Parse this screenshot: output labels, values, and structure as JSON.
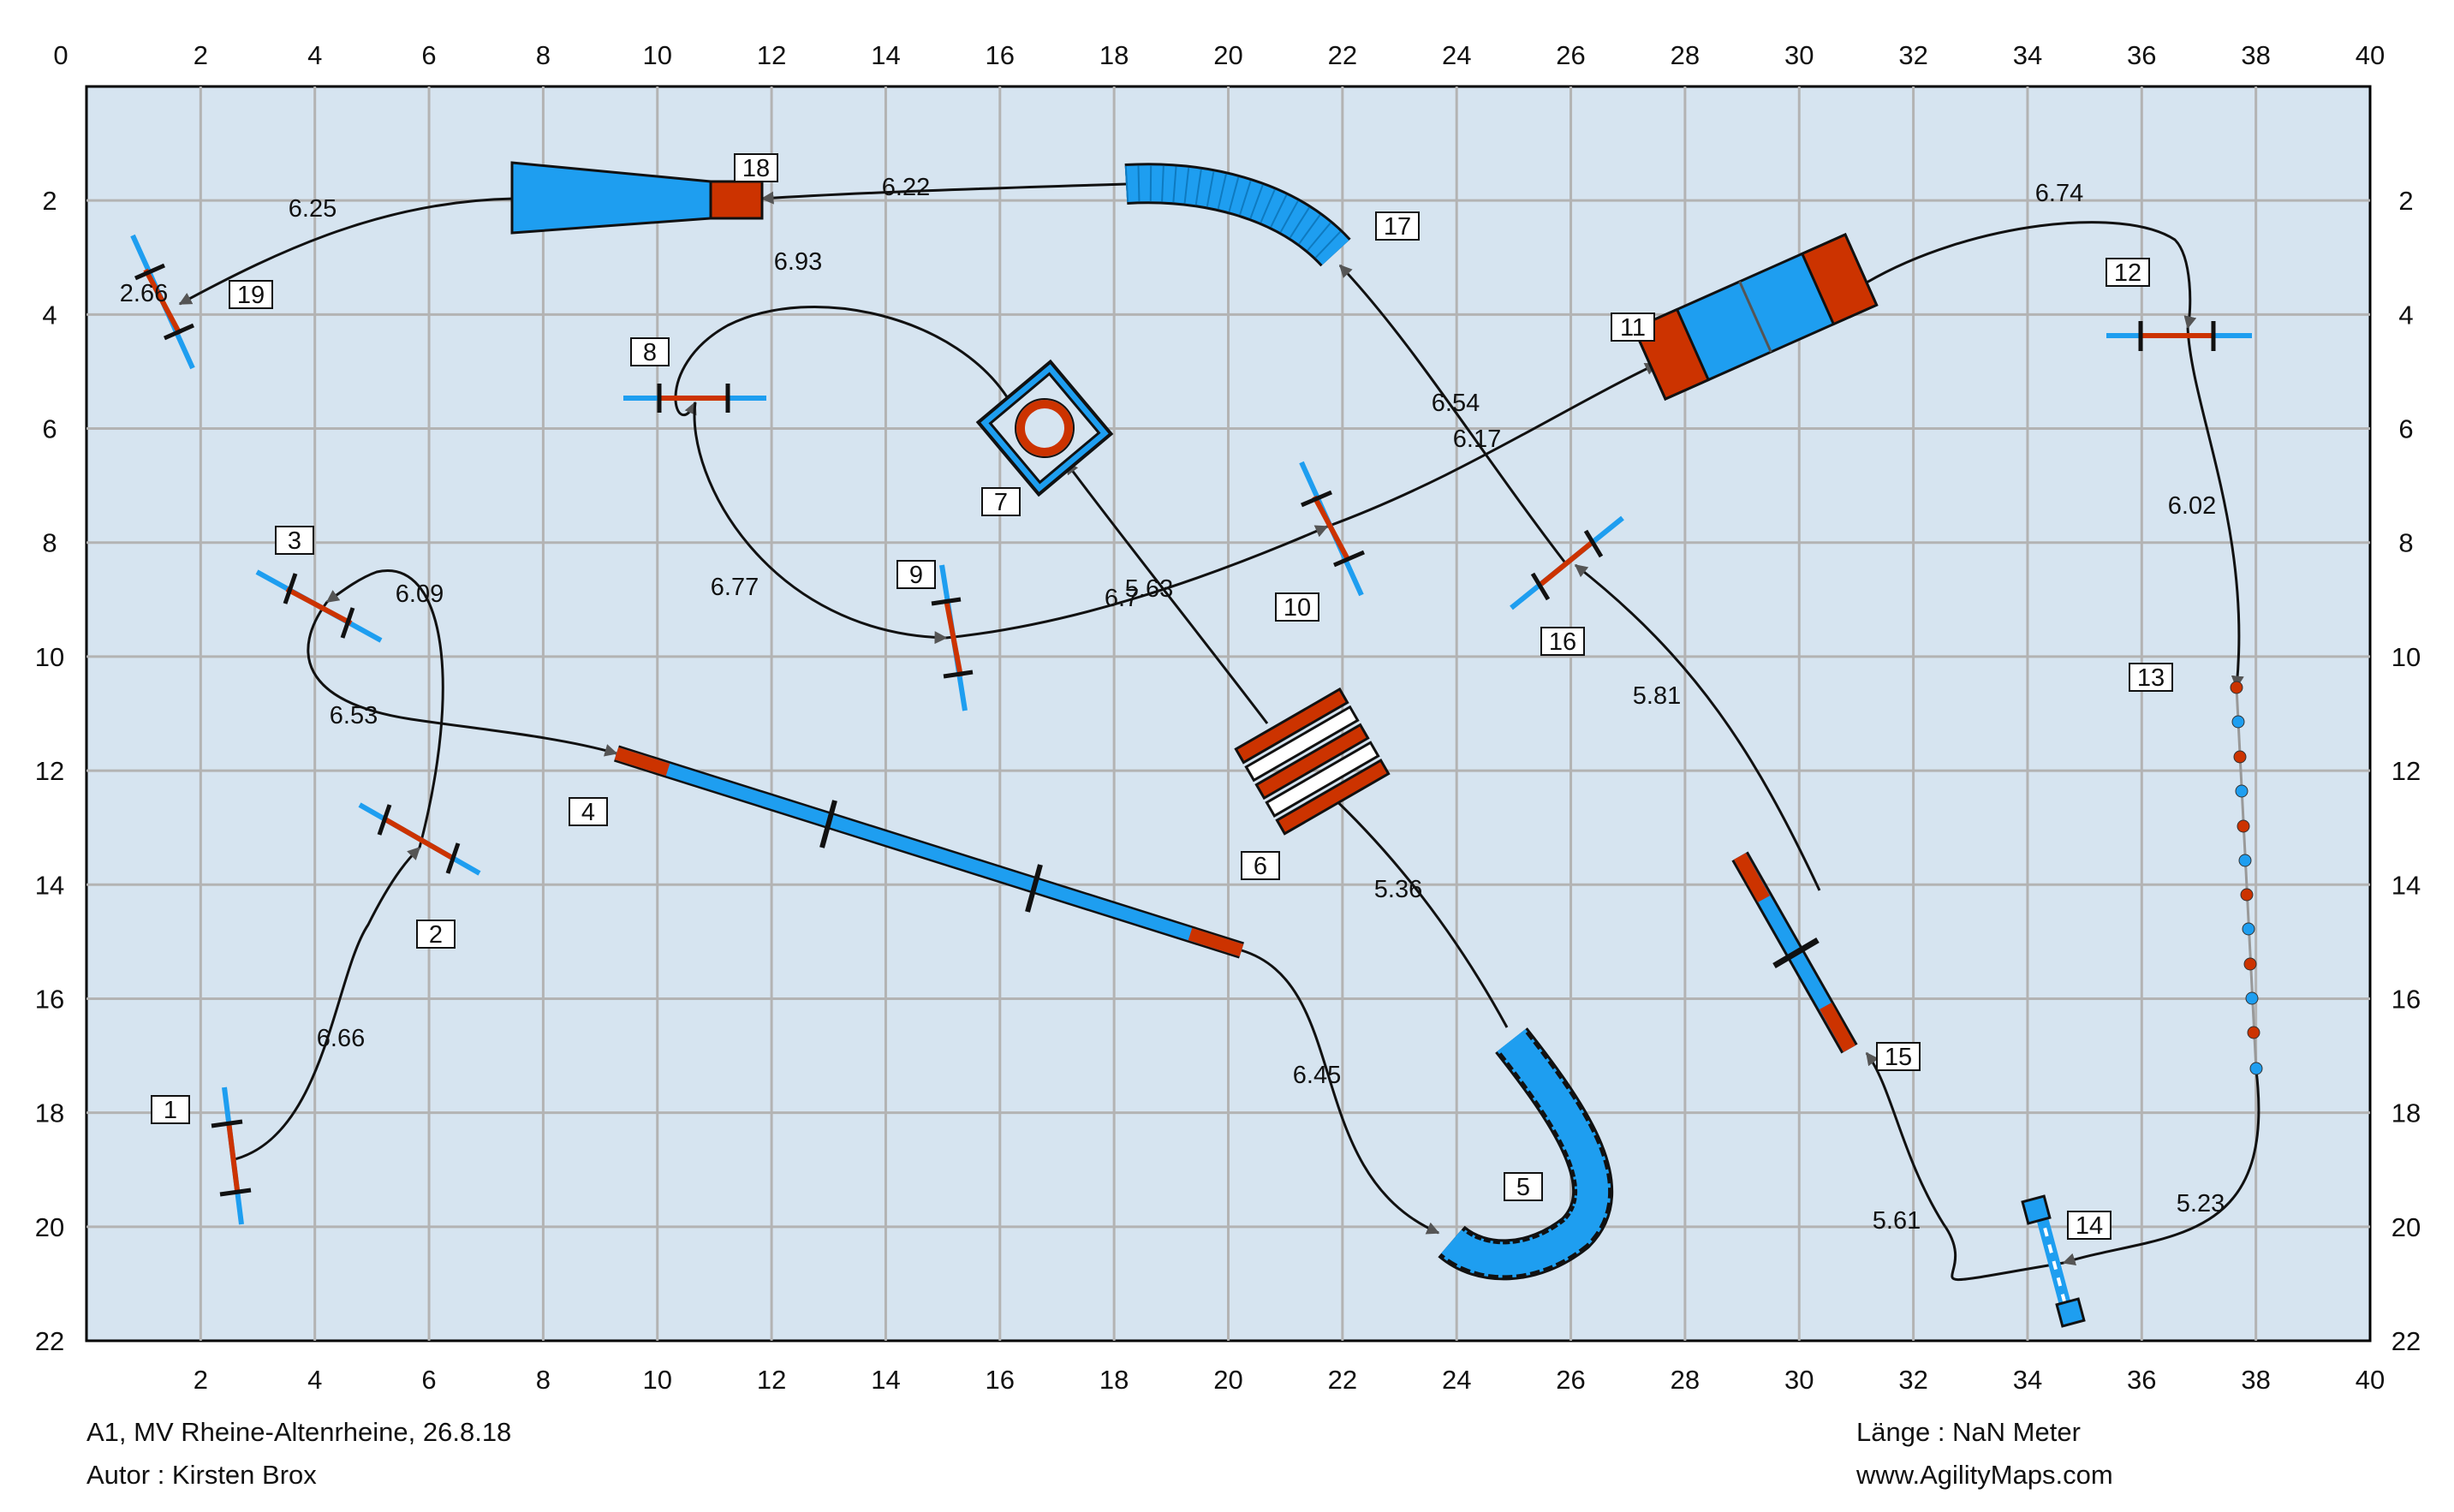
{
  "course": {
    "field_width_m": 40,
    "field_height_m": 22,
    "x_ticks": [
      "0",
      "2",
      "4",
      "6",
      "8",
      "10",
      "12",
      "14",
      "16",
      "18",
      "20",
      "22",
      "24",
      "26",
      "28",
      "30",
      "32",
      "34",
      "36",
      "38",
      "40"
    ],
    "y_ticks": [
      "2",
      "4",
      "6",
      "8",
      "10",
      "12",
      "14",
      "16",
      "18",
      "20",
      "22"
    ],
    "colors": {
      "field": "#d6e4f0",
      "grid": "#b3b3b3",
      "blue": "#1e9ef0",
      "red": "#cc3300",
      "path": "#111111"
    },
    "obstacles": [
      {
        "number": "1",
        "type": "jump"
      },
      {
        "number": "2",
        "type": "jump"
      },
      {
        "number": "3",
        "type": "jump"
      },
      {
        "number": "4",
        "type": "dog-walk"
      },
      {
        "number": "5",
        "type": "tunnel"
      },
      {
        "number": "6",
        "type": "wall"
      },
      {
        "number": "7",
        "type": "tire"
      },
      {
        "number": "8",
        "type": "jump"
      },
      {
        "number": "9",
        "type": "jump"
      },
      {
        "number": "10",
        "type": "jump"
      },
      {
        "number": "11",
        "type": "a-frame"
      },
      {
        "number": "12",
        "type": "jump"
      },
      {
        "number": "13",
        "type": "weave-poles"
      },
      {
        "number": "14",
        "type": "table"
      },
      {
        "number": "15",
        "type": "see-saw"
      },
      {
        "number": "16",
        "type": "jump"
      },
      {
        "number": "17",
        "type": "tunnel"
      },
      {
        "number": "18",
        "type": "collapsed-tunnel"
      },
      {
        "number": "19",
        "type": "jump"
      }
    ],
    "distances": [
      "6.66",
      "6.09",
      "6.53",
      "6.45",
      "5.36",
      "5.63",
      "6.7",
      "6.77",
      "6.93",
      "6.17",
      "6.74",
      "6.02",
      "5.23",
      "5.61",
      "5.81",
      "6.54",
      "6.22",
      "6.25",
      "2.66"
    ]
  },
  "footer": {
    "event": "A1, MV Rheine-Altenrheine, 26.8.18",
    "author": "Autor : Kirsten Brox",
    "length": "Länge : NaN Meter",
    "website": "www.AgilityMaps.com"
  }
}
